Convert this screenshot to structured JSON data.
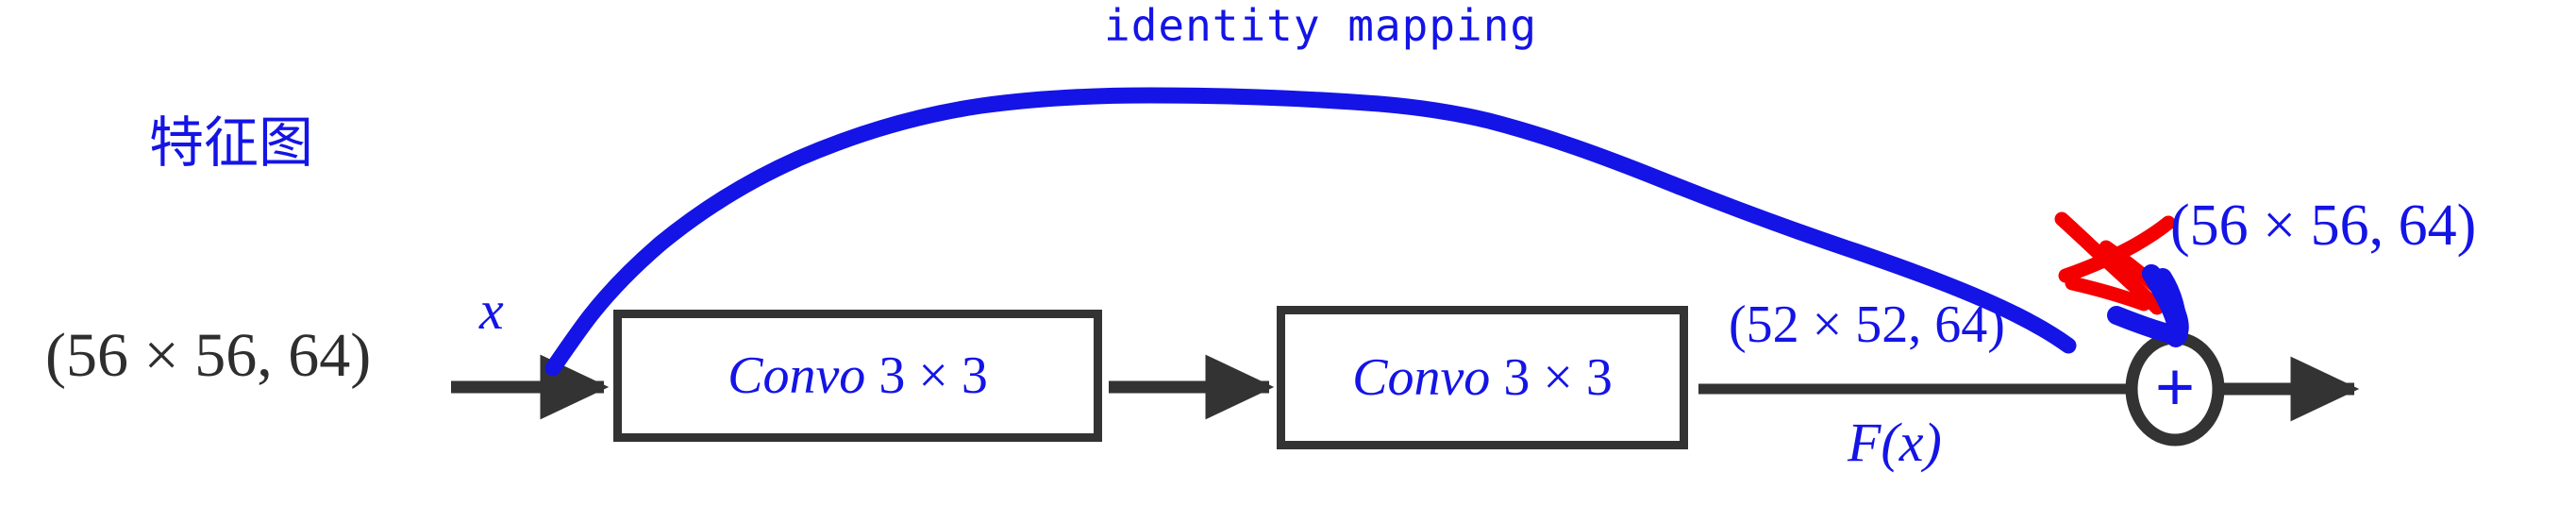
{
  "diagram": {
    "title_annotation": "identity mapping",
    "input": {
      "feature_map_label_cjk": "特征图",
      "input_shape": "(56 × 56, 64)",
      "skip_symbol": "x"
    },
    "blocks": [
      {
        "name": "conv-block-1",
        "label_italic": "Convo",
        "label_dims": "3 × 3"
      },
      {
        "name": "conv-block-2",
        "label_italic": "Convo",
        "label_dims": "3 × 3"
      }
    ],
    "residual_branch": {
      "output_shape": "(52 × 52, 64)",
      "function_label": "F(x)"
    },
    "skip_branch": {
      "shape_label": "(56 × 56, 64)",
      "invalid_marker": "red-cross-out"
    },
    "sum_node": {
      "operator": "+"
    },
    "colors": {
      "blue": "#1414e6",
      "red": "#f50000",
      "dark": "#333333",
      "black_text": "#2e2e2e",
      "background": "#ffffff"
    }
  }
}
